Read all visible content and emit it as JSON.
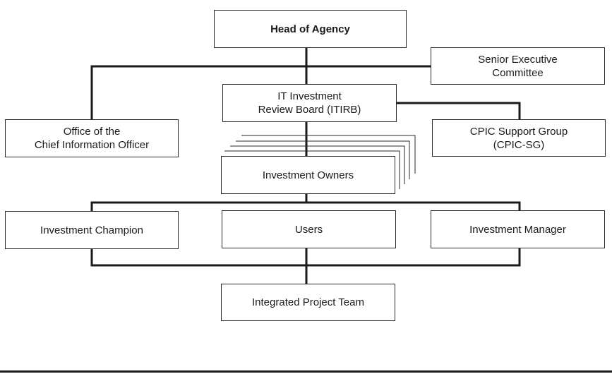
{
  "diagram": {
    "nodes": {
      "head": "Head of Agency",
      "senior": "Senior Executive\nCommittee",
      "itirb": "IT Investment\nReview Board (ITIRB)",
      "ocio": "Office of the\nChief Information Officer",
      "cpic": "CPIC Support Group\n(CPIC-SG)",
      "owners": "Investment Owners",
      "champion": "Investment Champion",
      "users": "Users",
      "manager": "Investment Manager",
      "ipt": "Integrated Project Team"
    },
    "colors": {
      "border": "#2a2a2a",
      "line": "#1a1a1a",
      "text": "#1a1a1a",
      "background": "#ffffff"
    }
  }
}
